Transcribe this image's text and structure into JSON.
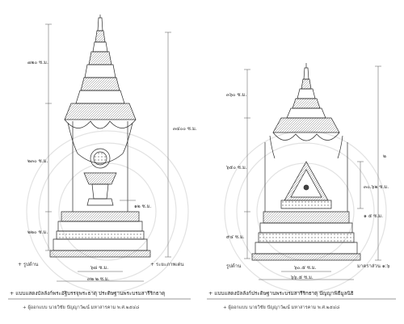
{
  "left_drawing": {
    "dimensions": {
      "spire_height": "๗๒๐ ซ.ม.",
      "total_height": "๓๔๐๐ ซ.ม.",
      "canopy_height": "๒๓๐ ซ.ม.",
      "base_height": "๒๒๐ ซ.ม.",
      "lotus_height": "๑๒ ซ.ม.",
      "width_label": "๖๘ ซ.ม.",
      "base_width": "๓๒ ๒ ซ.ม."
    },
    "view_left": "+ รูปด้าน",
    "view_right": "+ ระยะภาพเด่น",
    "caption": "+ แบบแสดงบัลลังก์พระอัฐิบรรจุพระธาตุ ประดิษฐานพระบรมสารีริกธาตุ",
    "subcaption": "+ ผู้ออกแบบ นายวิชัย ปัญญาวัฒน์ มหาสารคาม พ.ศ.๒๕๔๘"
  },
  "right_drawing": {
    "dimensions": {
      "spire_height": "๓๖๐ ซ.ม.",
      "canopy_height": "๖๕๐ ซ.ม.",
      "inner_height": "๓๐.๖๒ ซ.ม.",
      "base_small": "๑ ๕ ซ.ม.",
      "base_height": "๙๔ ซ.ม.",
      "total_height": "๒",
      "width_label": "๖๐.๕ ซ.ม.",
      "base_width": "๖๖.๕ ซ.ม."
    },
    "view_left": "รูปด้าน",
    "view_right": "มาตราส่วน ๑:๖",
    "caption": "+ แบบแสดงบัลลังก์ประดิษฐานพระบรมสารีริกธาตุ ปัญญาพิธีมูลนิธิ",
    "subcaption": "+ ผู้ออกแบบ นายวิชัย ปัญญาวัฒน์ มหาสารคาม พ.ศ.๒๕๔๘"
  }
}
